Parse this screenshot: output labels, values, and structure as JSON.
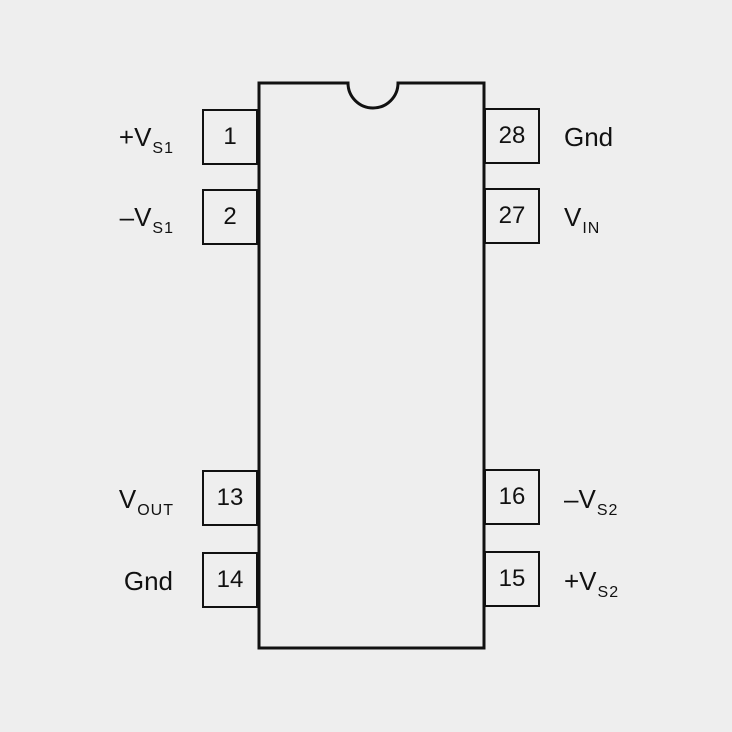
{
  "package": {
    "left_pins": [
      {
        "number": "1",
        "label": {
          "pre": "+V",
          "sub": "S1"
        }
      },
      {
        "number": "2",
        "label": {
          "pre": "–V",
          "sub": "S1"
        }
      },
      {
        "number": "13",
        "label": {
          "pre": "V",
          "sub": "OUT"
        }
      },
      {
        "number": "14",
        "label": {
          "pre": "Gnd",
          "sub": ""
        }
      }
    ],
    "right_pins": [
      {
        "number": "28",
        "label": {
          "pre": "Gnd",
          "sub": ""
        }
      },
      {
        "number": "27",
        "label": {
          "pre": "V",
          "sub": "IN"
        }
      },
      {
        "number": "16",
        "label": {
          "pre": "–V",
          "sub": "S2"
        }
      },
      {
        "number": "15",
        "label": {
          "pre": "+V",
          "sub": "S2"
        }
      }
    ]
  },
  "colors": {
    "background": "#eeeeee",
    "ink": "#111111"
  }
}
